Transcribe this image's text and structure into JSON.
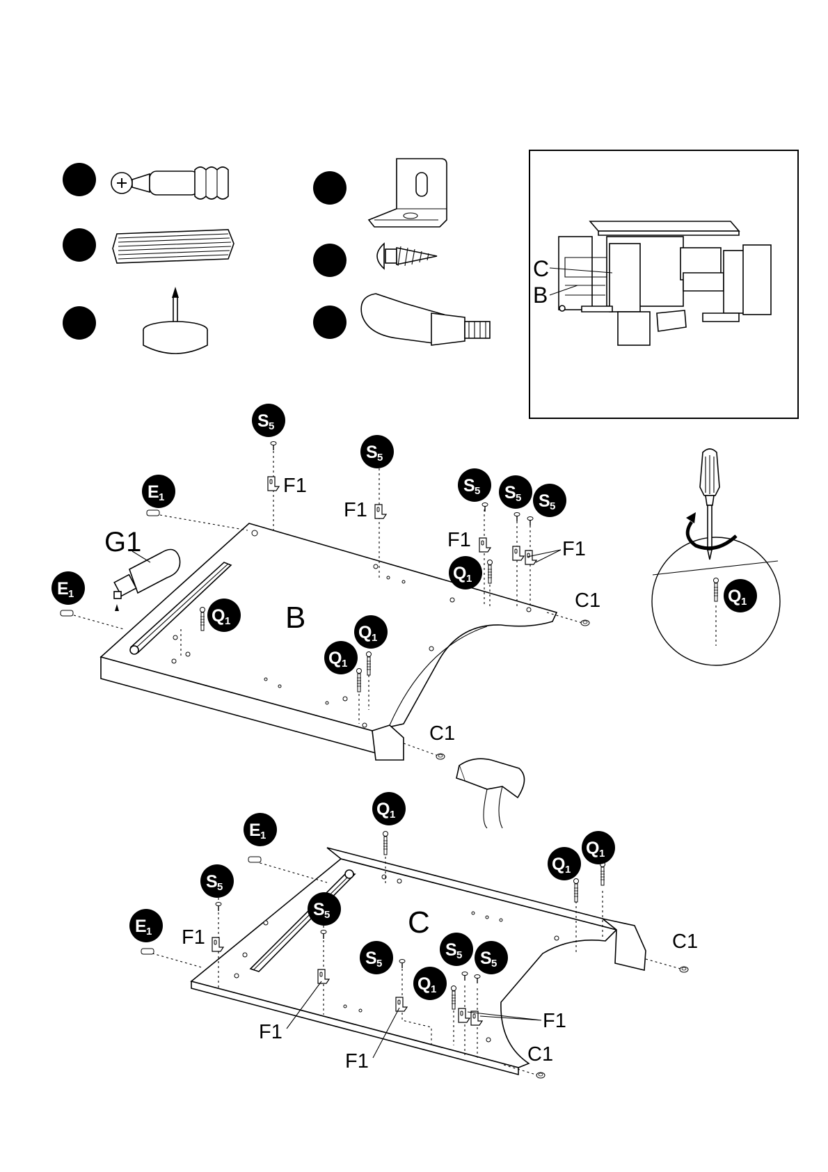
{
  "hardware_legend": [
    {
      "icon": "cam-bolt-icon"
    },
    {
      "icon": "wood-dowel-icon"
    },
    {
      "icon": "nail-glide-icon"
    },
    {
      "icon": "l-bracket-icon"
    },
    {
      "icon": "wood-screw-icon"
    },
    {
      "icon": "rubber-mallet-icon"
    }
  ],
  "overview_inset": {
    "labels": [
      "C",
      "B"
    ]
  },
  "panel_b": {
    "letter": "B",
    "badges": {
      "s5": [
        "S",
        "5"
      ],
      "e1": [
        "E",
        "1"
      ],
      "q1": [
        "Q",
        "1"
      ]
    },
    "labels": {
      "f1": "F1",
      "g1": "G1",
      "c1": "C1"
    }
  },
  "panel_c": {
    "letter": "C",
    "badges": {
      "s5": [
        "S",
        "5"
      ],
      "e1": [
        "E",
        "1"
      ],
      "q1": [
        "Q",
        "1"
      ]
    },
    "labels": {
      "f1": "F1",
      "c1": "C1"
    }
  },
  "detail": {
    "badge": [
      "Q",
      "1"
    ],
    "tools": [
      "screwdriver-icon",
      "hammer-icon"
    ]
  },
  "colors": {
    "ink": "#000000",
    "paper": "#ffffff"
  }
}
